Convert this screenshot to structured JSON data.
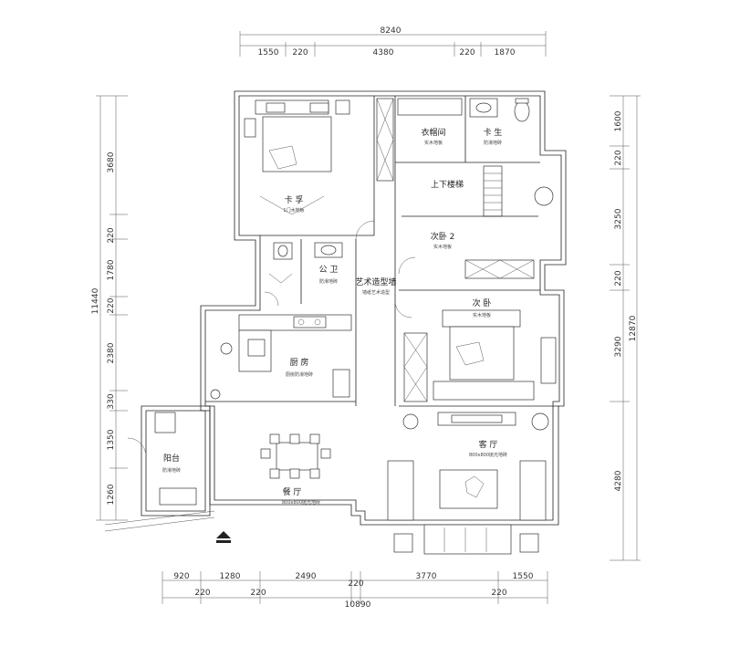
{
  "dimensions": {
    "top_total": "8240",
    "top_segments": [
      "1550",
      "220",
      "4380",
      "220",
      "1870"
    ],
    "left_total": "11440",
    "left_segments": [
      "3680",
      "220",
      "1780",
      "220",
      "2380",
      "330",
      "1350",
      "1260"
    ],
    "right_total": "12870",
    "right_segments": [
      "1600",
      "220",
      "3250",
      "220",
      "3290",
      "4280"
    ],
    "bottom_segments_1": [
      "920",
      "1280",
      "2490",
      "220",
      "3770",
      "1550"
    ],
    "bottom_segments_2": [
      "220",
      "220",
      "10890",
      "220"
    ]
  },
  "rooms": {
    "master_bedroom": {
      "name": "卡 孚",
      "note": "1门木地板"
    },
    "cloakroom": {
      "name": "衣帽间",
      "note": "实木地板"
    },
    "master_bath": {
      "name": "卡 生",
      "note": "防滑地砖"
    },
    "stair": {
      "name": "上下楼梯"
    },
    "study": {
      "name": "次卧 2",
      "note": "实木地板"
    },
    "public_bath": {
      "name": "公 卫",
      "note": "防滑地砖"
    },
    "art_wall": {
      "name": "艺术造型墙",
      "note": "墙纸艺术造型"
    },
    "bedroom": {
      "name": "次 卧",
      "note": "实木地板"
    },
    "kitchen": {
      "name": "厨 房",
      "note": "厨房防滑地砖"
    },
    "balcony": {
      "name": "阳台",
      "note": "防滑地砖"
    },
    "living": {
      "name": "客 厅",
      "note": "800x800抛光地砖"
    },
    "dining": {
      "name": "餐 厅",
      "note": "800x800抛光地砖"
    }
  },
  "icons": {
    "entrance": "entrance-arrow-icon"
  }
}
